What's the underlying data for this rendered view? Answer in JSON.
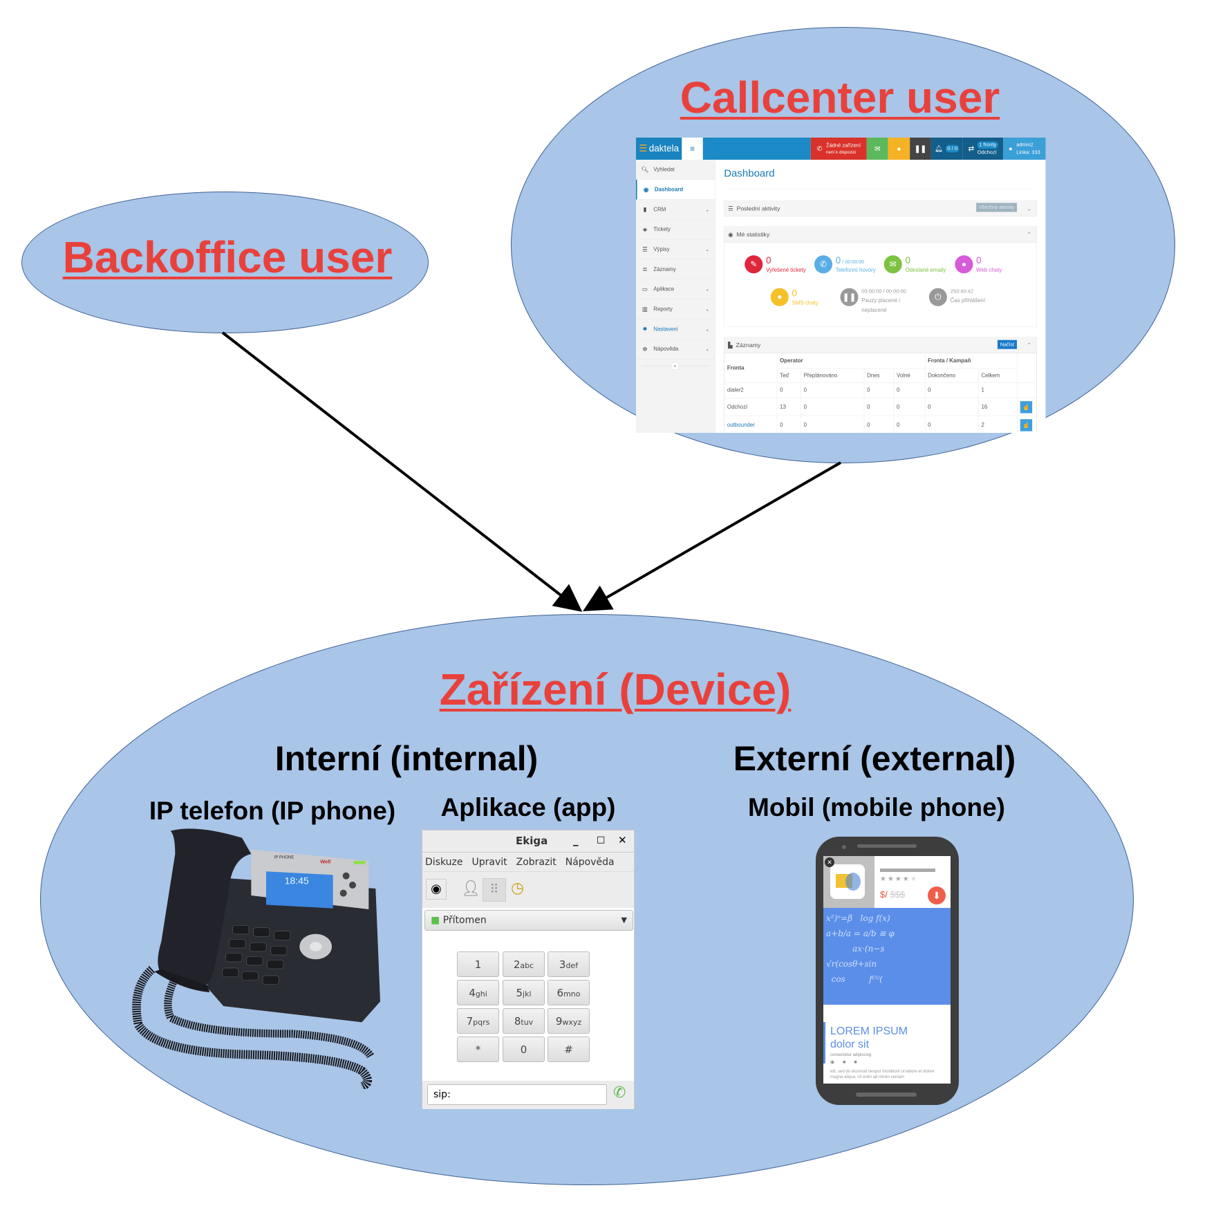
{
  "diagram": {
    "backoffice_title": "Backoffice user",
    "callcenter_title": "Callcenter user",
    "device_title": "Zařízení (Device)",
    "internal_heading": "Interní (internal)",
    "external_heading": "Externí (external)",
    "ip_phone_label": "IP telefon (IP phone)",
    "app_label": "Aplikace (app)",
    "mobile_label": "Mobil (mobile phone)",
    "colors": {
      "ellipse_fill": "#a9c5e8",
      "title_red": "#e8413c"
    }
  },
  "dashboard": {
    "logo": "daktela",
    "topbar": {
      "device_status_line1": "Žádné zařízení",
      "device_status_line2": "není k dispozici",
      "notifications": "0 / 0",
      "queues_line1": "1 fronty",
      "queues_line2": "Odchozí",
      "user_line1": "admin2",
      "user_line2": "Linka: 333"
    },
    "sidebar": [
      {
        "label": "Vyhledat",
        "icon": "search-icon",
        "chevron": false
      },
      {
        "label": "Dashboard",
        "icon": "dashboard-icon",
        "chevron": false,
        "active": true
      },
      {
        "label": "CRM",
        "icon": "book-icon",
        "chevron": true
      },
      {
        "label": "Tickety",
        "icon": "ticket-icon",
        "chevron": false
      },
      {
        "label": "Výpisy",
        "icon": "list-icon",
        "chevron": true
      },
      {
        "label": "Záznamy",
        "icon": "database-icon",
        "chevron": false
      },
      {
        "label": "Aplikace",
        "icon": "monitor-icon",
        "chevron": true
      },
      {
        "label": "Reporty",
        "icon": "bar-chart-icon",
        "chevron": true
      },
      {
        "label": "Nastavení",
        "icon": "gear-icon",
        "chevron": true
      },
      {
        "label": "Nápověda",
        "icon": "lifebuoy-icon",
        "chevron": true
      }
    ],
    "collapse_label": "«",
    "page_title": "Dashboard",
    "recent_panel": {
      "title": "Poslední aktivity",
      "button": "Všechny aktivity"
    },
    "stats_panel": {
      "title": "Mé statistiky",
      "stats": [
        {
          "value": "0",
          "label": "Vyřešené tickety",
          "color": "#e0263c"
        },
        {
          "value": "0",
          "extra": "/ 00:00:00",
          "label": "Telefonní hovory",
          "color": "#5aaee6"
        },
        {
          "value": "0",
          "label": "Odeslané emaily",
          "color": "#7dc242"
        },
        {
          "value": "0",
          "label": "Web chaty",
          "color": "#d85ad8"
        },
        {
          "value": "0",
          "label": "SMS chaty",
          "color": "#f5c02a"
        },
        {
          "value": "00:00:00 / 00:00:00",
          "label": "Pauzy placené /",
          "label2": "neplacené",
          "color": "#999999"
        },
        {
          "value": "293:40:42",
          "label": "Čas přihlášení",
          "color": "#999999"
        }
      ]
    },
    "records_panel": {
      "title": "Záznamy",
      "button": "Načíst",
      "col_fronta": "Fronta",
      "group_operator": "Operator",
      "group_queue": "Fronta / Kampaň",
      "columns": [
        "Teď",
        "Přeplánováno",
        "Dnes",
        "Volné",
        "Dokončeno",
        "Celkem"
      ],
      "rows": [
        {
          "name": "dialer2",
          "values": [
            "0",
            "0",
            "0",
            "0",
            "0",
            "1"
          ],
          "link": false,
          "action": false
        },
        {
          "name": "Odchozí",
          "values": [
            "13",
            "0",
            "0",
            "0",
            "0",
            "16"
          ],
          "link": false,
          "action": true
        },
        {
          "name": "outbounder",
          "values": [
            "0",
            "0",
            "0",
            "0",
            "0",
            "2"
          ],
          "link": true,
          "action": true
        }
      ]
    }
  },
  "ip_phone": {
    "screen_label": "IP PHONE",
    "brand": "Well",
    "time": "18:45"
  },
  "ekiga": {
    "title": "Ekiga",
    "menu": [
      "Diskuze",
      "Upravit",
      "Zobrazit",
      "Nápověda"
    ],
    "status": "Přítomen",
    "keys": [
      {
        "d": "1",
        "l": ""
      },
      {
        "d": "2",
        "l": "abc"
      },
      {
        "d": "3",
        "l": "def"
      },
      {
        "d": "4",
        "l": "ghi"
      },
      {
        "d": "5",
        "l": "jkl"
      },
      {
        "d": "6",
        "l": "mno"
      },
      {
        "d": "7",
        "l": "pqrs"
      },
      {
        "d": "8",
        "l": "tuv"
      },
      {
        "d": "9",
        "l": "wxyz"
      },
      {
        "d": "*",
        "l": ""
      },
      {
        "d": "0",
        "l": ""
      },
      {
        "d": "#",
        "l": ""
      }
    ],
    "sip_value": "sip:"
  },
  "mobile": {
    "price": "$/",
    "price_old": "$$$",
    "heading1": "LOREM IPSUM",
    "heading2": "dolor sit",
    "subtitle": "consectetur adipiscing",
    "body": "elit, sed do eiusmod tempor incididunt ut labore et dolore magna aliqua. Ut enim ad minim veniam"
  }
}
